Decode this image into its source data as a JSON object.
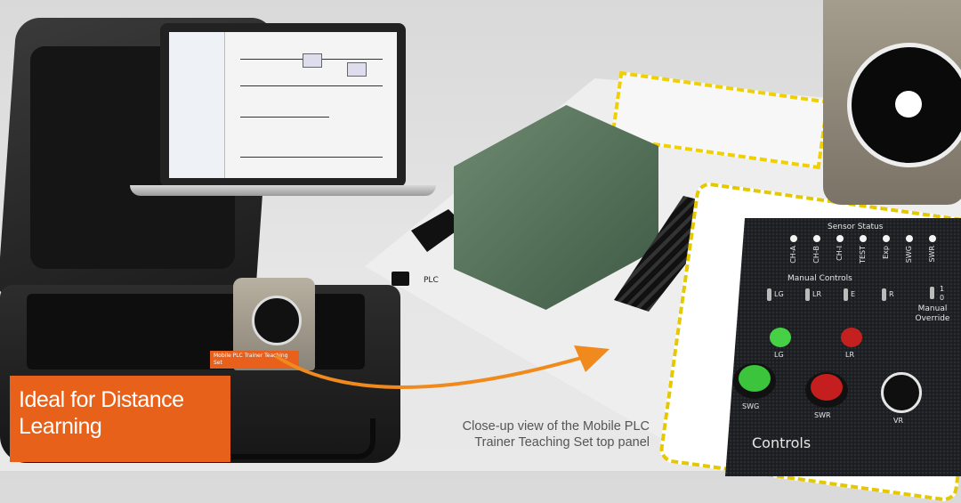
{
  "callout": {
    "line1": "Ideal for Distance",
    "line2": "Learning"
  },
  "caption": {
    "line1": "Close-up view of the Mobile PLC",
    "line2": "Trainer Teaching Set top panel"
  },
  "case_label": "Mobile PLC Trainer Teaching Set",
  "board": {
    "plc_label": "PLC"
  },
  "panel": {
    "sensor_status": "Sensor Status",
    "sensors": [
      "CH-A",
      "CH-B",
      "CH-I",
      "TEST",
      "Exp",
      "SWG",
      "SWR"
    ],
    "manual_controls": "Manual Controls",
    "toggles": [
      "LG",
      "LR",
      "E",
      "R"
    ],
    "toggle_states": {
      "on": "1",
      "off": "0"
    },
    "manual_override": "Manual Override",
    "lamps": [
      "LG",
      "LR"
    ],
    "buttons": [
      "SWG",
      "SWR"
    ],
    "knob": "VR",
    "title": "Controls"
  },
  "colors": {
    "accent": "#e8611a",
    "hazard": "#e6c800",
    "green": "#3cc43c",
    "red": "#c41e1e"
  }
}
